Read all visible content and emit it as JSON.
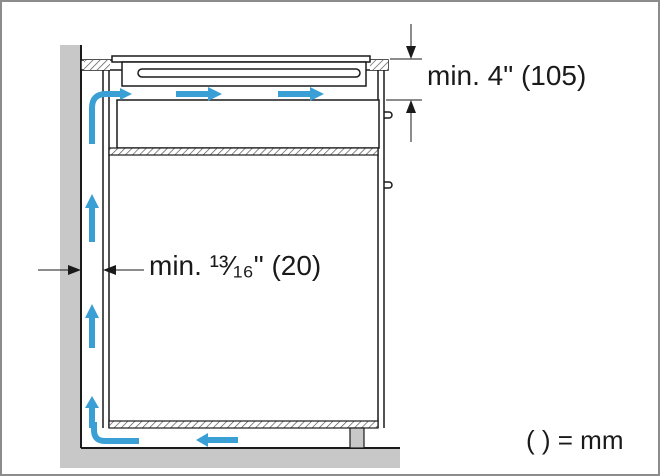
{
  "labels": {
    "top_clearance": "min. 4\" (105)",
    "side_clearance": "min. ¹³⁄₁₆\" (20)",
    "unit_note": "( ) = mm"
  },
  "colors": {
    "airflow_arrow": "#3a9fd4",
    "wall": "#c8c8c8",
    "line": "#1a1a1a",
    "frame_border": "#8c8c8c"
  },
  "icons": {
    "airflow": "airflow-arrow-icon",
    "dimension": "dimension-arrow-icon"
  }
}
